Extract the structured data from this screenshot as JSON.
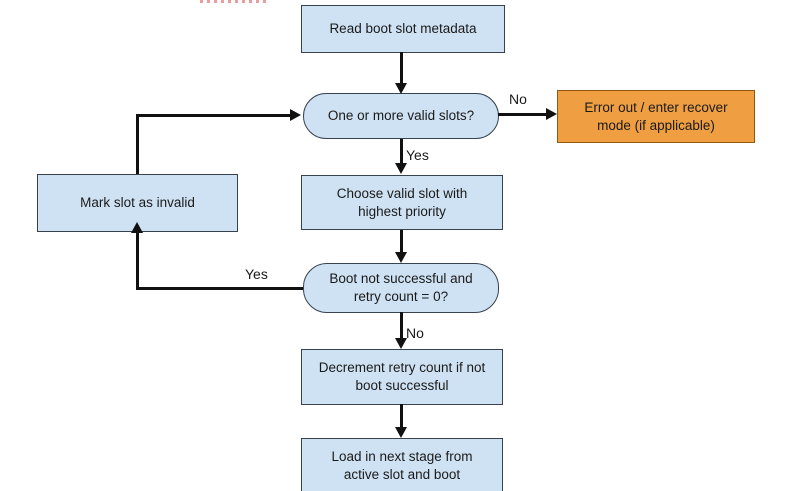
{
  "diagram": {
    "type": "flowchart",
    "nodes": {
      "read": {
        "label": "Read boot slot metadata",
        "shape": "rectangle"
      },
      "valid_slots": {
        "label": "One or more valid slots?",
        "shape": "stadium"
      },
      "error": {
        "label": "Error out / enter recover mode (if applicable)",
        "shape": "rectangle"
      },
      "choose": {
        "label": "Choose valid slot with highest priority",
        "shape": "rectangle"
      },
      "boot_check": {
        "label": "Boot not successful and retry count = 0?",
        "shape": "stadium"
      },
      "mark_invalid": {
        "label": "Mark slot as invalid",
        "shape": "rectangle"
      },
      "decrement": {
        "label": "Decrement retry count if not boot successful",
        "shape": "rectangle"
      },
      "load": {
        "label": "Load in next stage from active slot and boot",
        "shape": "rectangle"
      }
    },
    "edges": [
      {
        "from": "read",
        "to": "valid_slots",
        "label": ""
      },
      {
        "from": "valid_slots",
        "to": "error",
        "label": "No"
      },
      {
        "from": "valid_slots",
        "to": "choose",
        "label": "Yes"
      },
      {
        "from": "choose",
        "to": "boot_check",
        "label": ""
      },
      {
        "from": "boot_check",
        "to": "mark_invalid",
        "label": "Yes"
      },
      {
        "from": "boot_check",
        "to": "decrement",
        "label": "No"
      },
      {
        "from": "mark_invalid",
        "to": "valid_slots",
        "label": ""
      },
      {
        "from": "decrement",
        "to": "load",
        "label": ""
      }
    ],
    "edge_labels": {
      "valid_no": "No",
      "valid_yes": "Yes",
      "boot_yes": "Yes",
      "boot_no": "No"
    },
    "colors": {
      "node_fill": "#cfe2f3",
      "node_border": "#37424c",
      "error_fill": "#ef9f42",
      "error_border": "#8f5a10",
      "arrow": "#111111",
      "artifact": "#e06666"
    }
  }
}
